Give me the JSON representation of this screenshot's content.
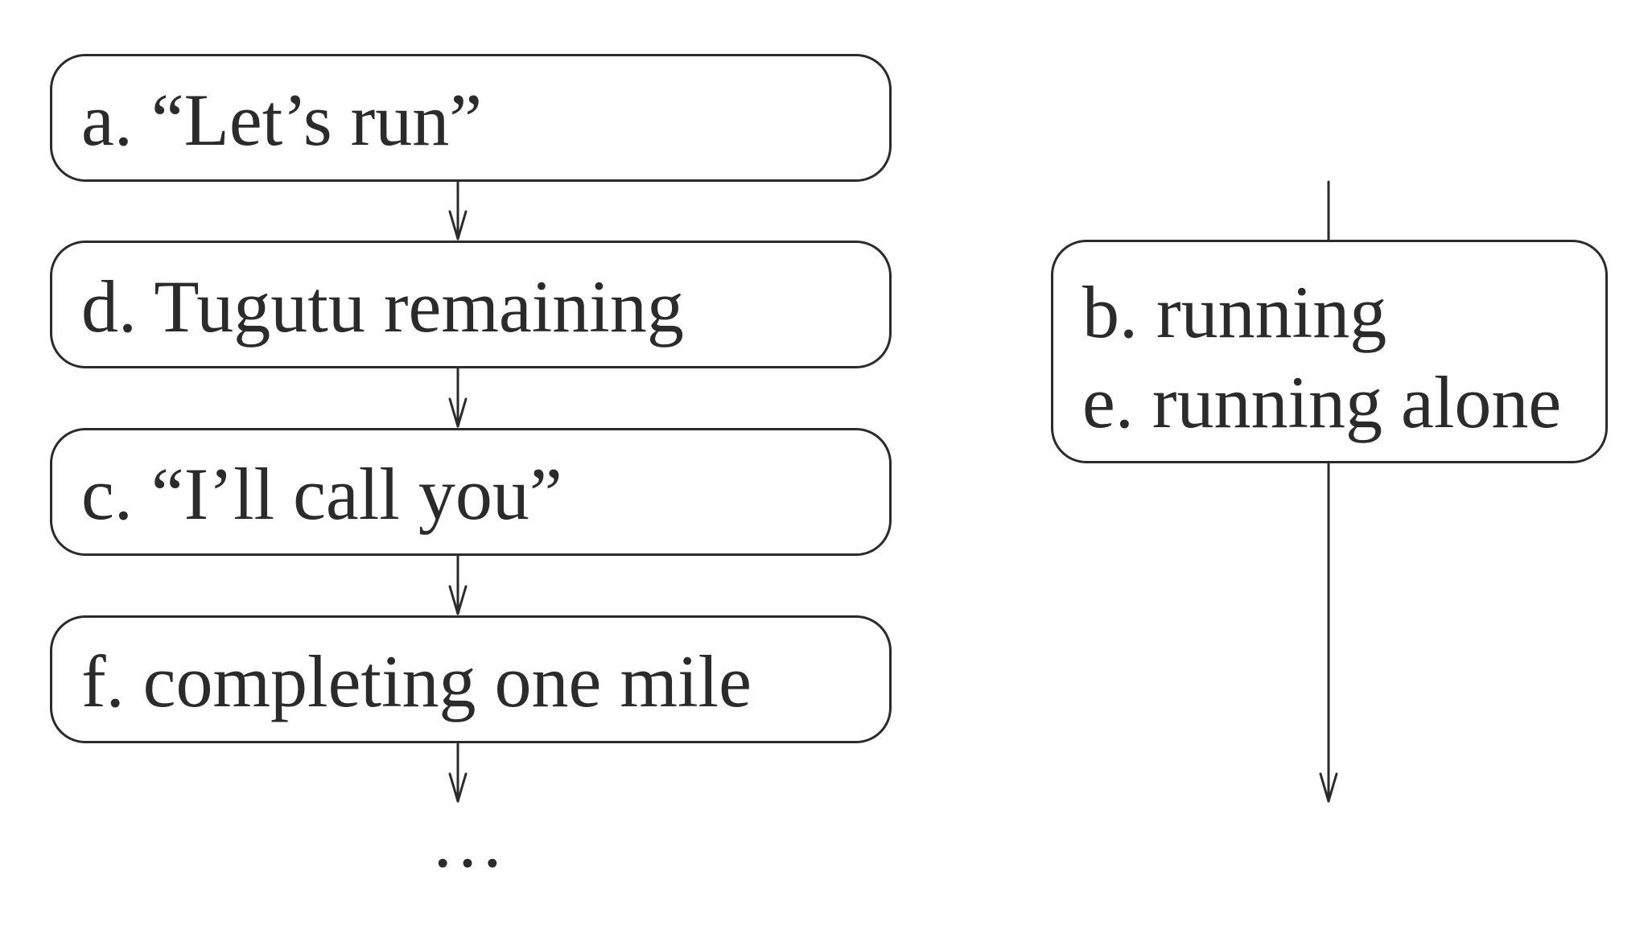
{
  "left_sequence": {
    "boxes": [
      {
        "label": "a. “Let’s run”"
      },
      {
        "label": "d. Tugutu remaining"
      },
      {
        "label": "c. “I’ll call you”"
      },
      {
        "label": "f. completing one mile"
      }
    ],
    "continuation": "…"
  },
  "right_sequence": {
    "box": {
      "lines": [
        "b. running",
        "e. running alone"
      ]
    }
  },
  "colors": {
    "stroke": "#2b2b2b",
    "text": "#2b2b2b",
    "background": "#ffffff"
  }
}
